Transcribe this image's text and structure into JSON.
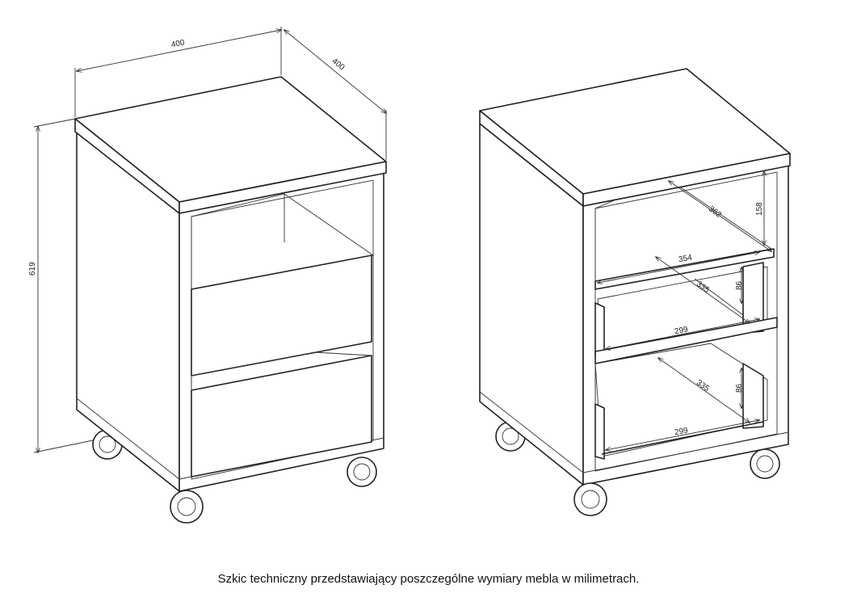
{
  "left_view": {
    "width_label": "400",
    "depth_label": "400",
    "height_label": "619"
  },
  "right_view": {
    "shelf_depth_label": "362",
    "opening_height_label": "158",
    "shelf_width_label": "354",
    "drawers": [
      {
        "depth_label": "335",
        "height_label": "86",
        "width_label": "299"
      },
      {
        "depth_label": "335",
        "height_label": "86",
        "width_label": "299"
      }
    ]
  },
  "caption": "Szkic techniczny przedstawiający poszczególne wymiary mebla w milimetrach."
}
